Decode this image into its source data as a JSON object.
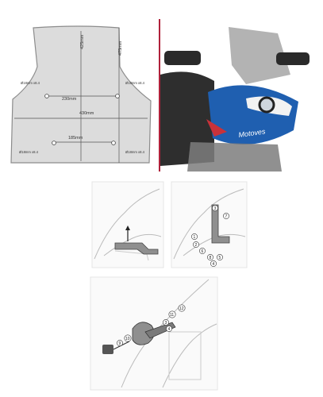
{
  "drawing": {
    "height_center": "425mm",
    "height_side": "475mm",
    "width_upper": "230mm",
    "width_total": "430mm",
    "width_lower": "185mm",
    "hole_upper_left": "Ø18mm x8.4",
    "hole_upper_right": "Ø18mm x8.4",
    "hole_lower_left": "Ø18mm x8.4",
    "hole_lower_right": "Ø18mm x8.4"
  },
  "photo": {
    "brand_text": "Motoves",
    "colors": {
      "blue": "#1f5fb0",
      "red": "#c8323a",
      "black": "#1a1a1a"
    }
  },
  "steps": {
    "step2_numbers": [
      "3",
      "7",
      "1",
      "2",
      "6",
      "8",
      "5",
      "4"
    ],
    "step3_numbers": [
      "9",
      "10",
      "11",
      "12",
      "3",
      "4"
    ]
  }
}
